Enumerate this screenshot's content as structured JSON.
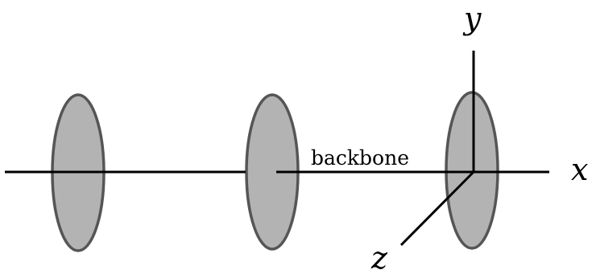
{
  "labels": {
    "backbone": "backbone",
    "axis_x": "x",
    "axis_y": "y",
    "axis_z": "z"
  },
  "colors": {
    "disk_fill": "#b3b3b3",
    "disk_stroke": "#555555",
    "line": "#000000"
  }
}
